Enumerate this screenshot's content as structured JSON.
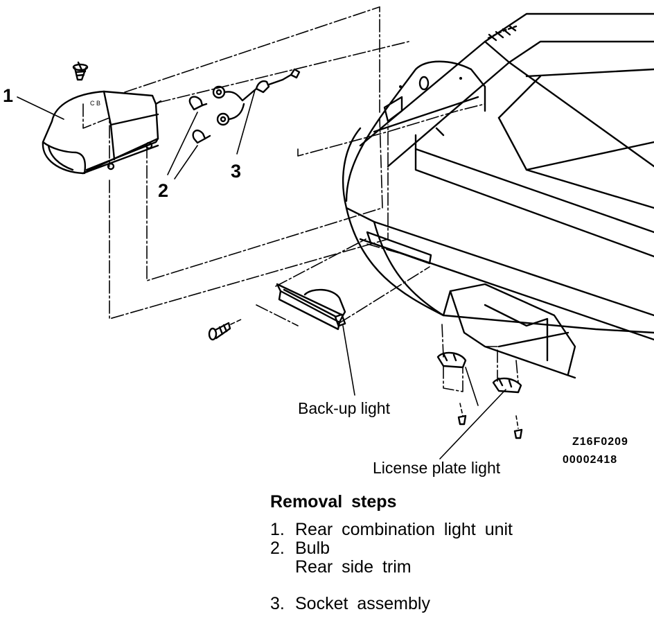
{
  "callouts": {
    "part1": "1",
    "part2": "2",
    "part3": "3"
  },
  "labels": {
    "backup_light": "Back-up light",
    "license_plate_light": "License plate light"
  },
  "codes": {
    "figure_code": "Z16F0209",
    "doc_code": "00002418"
  },
  "removal": {
    "title": "Removal steps",
    "steps": [
      {
        "num": "1.",
        "text": "Rear combination light unit"
      },
      {
        "num": "2.",
        "text": "Bulb"
      },
      {
        "num": "",
        "text": "Rear side trim"
      },
      {
        "num": "3.",
        "text": "Socket assembly"
      }
    ]
  }
}
